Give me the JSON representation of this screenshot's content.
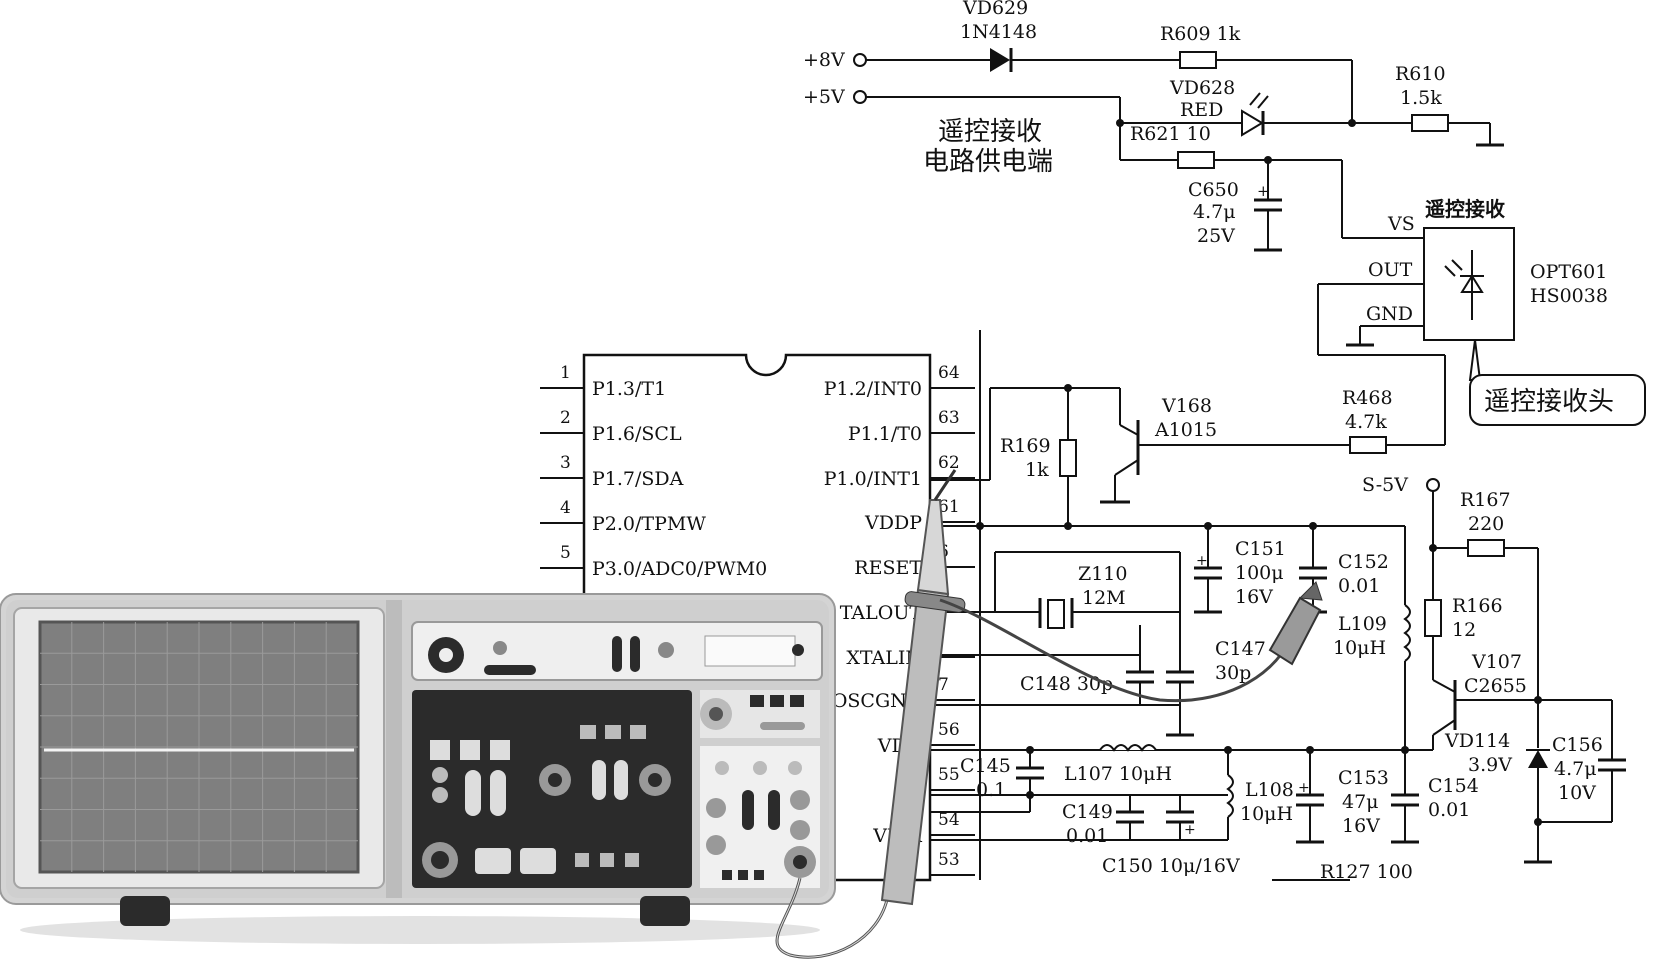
{
  "colors": {
    "wire": "#111111",
    "scope_body": "#c9c9c9",
    "scope_dark": "#2b2b2b",
    "screen": "#7f7f7f"
  },
  "power": {
    "v8": "+8V",
    "v5": "+5V",
    "s5v": "S-5V"
  },
  "labels": {
    "vd629_name": "VD629",
    "vd629_val": "1N4148",
    "r609": "R609 1k",
    "r610_name": "R610",
    "r610_val": "1.5k",
    "vd628_name": "VD628",
    "vd628_val": "RED",
    "r621": "R621 10",
    "supply_note_1": "遥控接收",
    "supply_note_2": "电路供电端",
    "c650_name": "C650",
    "c650_val": "4.7μ",
    "c650_volt": "25V",
    "rx_title": "遥控接收",
    "vs": "VS",
    "out": "OUT",
    "gnd": "GND",
    "opt_name": "OPT601",
    "opt_val": "HS0038",
    "rx_head": "遥控接收头",
    "r468_name": "R468",
    "r468_val": "4.7k",
    "v168_name": "V168",
    "v168_val": "A1015",
    "r169_name": "R169",
    "r169_val": "1k",
    "r167_name": "R167",
    "r167_val": "220",
    "r166_name": "R166",
    "r166_val": "12",
    "c151_name": "C151",
    "c151_val": "100μ",
    "c151_volt": "16V",
    "c152_name": "C152",
    "c152_val": "0.01",
    "z110_name": "Z110",
    "z110_val": "12M",
    "c147_name": "C147",
    "c147_val": "30p",
    "c148": "C148 30p",
    "l109_name": "L109",
    "l109_val": "10μH",
    "v107_name": "V107",
    "v107_val": "C2655",
    "vd114_name": "VD114",
    "vd114_val": "3.9V",
    "c156_name": "C156",
    "c156_val": "4.7μ",
    "c156_volt": "10V",
    "c145_name": "C145",
    "c145_val": "0.1",
    "l107": "L107 10μH",
    "l108_name": "L108",
    "l108_val": "10μH",
    "c149_name": "C149",
    "c149_val": "0.01",
    "c150": "C150 10μ/16V",
    "c153_name": "C153",
    "c153_val": "47μ",
    "c153_volt": "16V",
    "c154_name": "C154",
    "c154_val": "0.01",
    "r127": "R127 100"
  },
  "chip": {
    "left_pins": [
      {
        "num": "1",
        "name": "P1.3/T1"
      },
      {
        "num": "2",
        "name": "P1.6/SCL"
      },
      {
        "num": "3",
        "name": "P1.7/SDA"
      },
      {
        "num": "4",
        "name": "P2.0/TPMW"
      },
      {
        "num": "5",
        "name": "P3.0/ADC0/PWM0"
      }
    ],
    "right_pins": [
      {
        "num": "64",
        "name": "P1.2/INT0"
      },
      {
        "num": "63",
        "name": "P1.1/T0"
      },
      {
        "num": "62",
        "name": "P1.0/INT1"
      },
      {
        "num": "61",
        "name": "VDDP"
      },
      {
        "num": "6",
        "name": "RESET"
      },
      {
        "num": "",
        "name": "TALOUT"
      },
      {
        "num": "",
        "name": "XTALIN"
      },
      {
        "num": "7",
        "name": "OSCGND"
      },
      {
        "num": "56",
        "name": "VDD"
      },
      {
        "num": "55",
        "name": "V"
      },
      {
        "num": "54",
        "name": "VD A"
      },
      {
        "num": "53",
        "name": ""
      }
    ]
  }
}
